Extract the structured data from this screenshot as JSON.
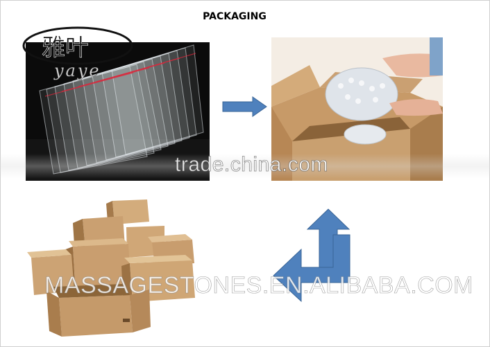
{
  "header": {
    "title": "PACKAGING"
  },
  "logo": {
    "chinese": "雅叶",
    "latin": "yaye"
  },
  "watermarks": {
    "trade": "trade.china.com",
    "site": "MASSAGESTONES.EN.ALIBABA.COM"
  },
  "colors": {
    "arrow": "#4f81bd",
    "arrow_border": "#3a6597",
    "cardboard": "#c9a175",
    "cardboard_dark": "#a47a4d"
  }
}
